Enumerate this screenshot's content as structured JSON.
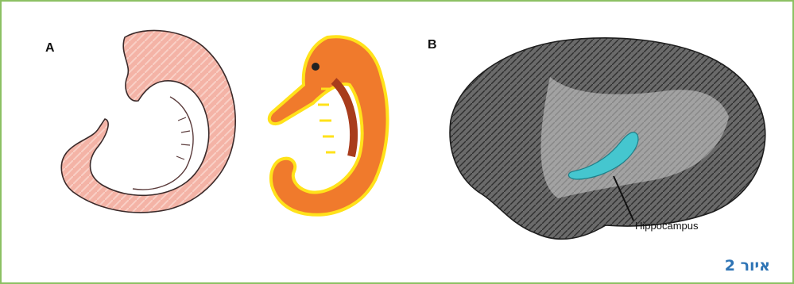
{
  "figure": {
    "caption": "איור 2",
    "panels": [
      {
        "label": "A"
      },
      {
        "label": "B",
        "callout": "Hippocampus"
      }
    ]
  },
  "colors": {
    "border": "#8cc063",
    "caption": "#2e74b5",
    "hippocampus_pink": "#f4b3a6",
    "seahorse_orange": "#f07a2c",
    "seahorse_yellow": "#ffe21a",
    "brain_gray": "#555555",
    "hippocampus_highlight": "#45c6cf"
  }
}
